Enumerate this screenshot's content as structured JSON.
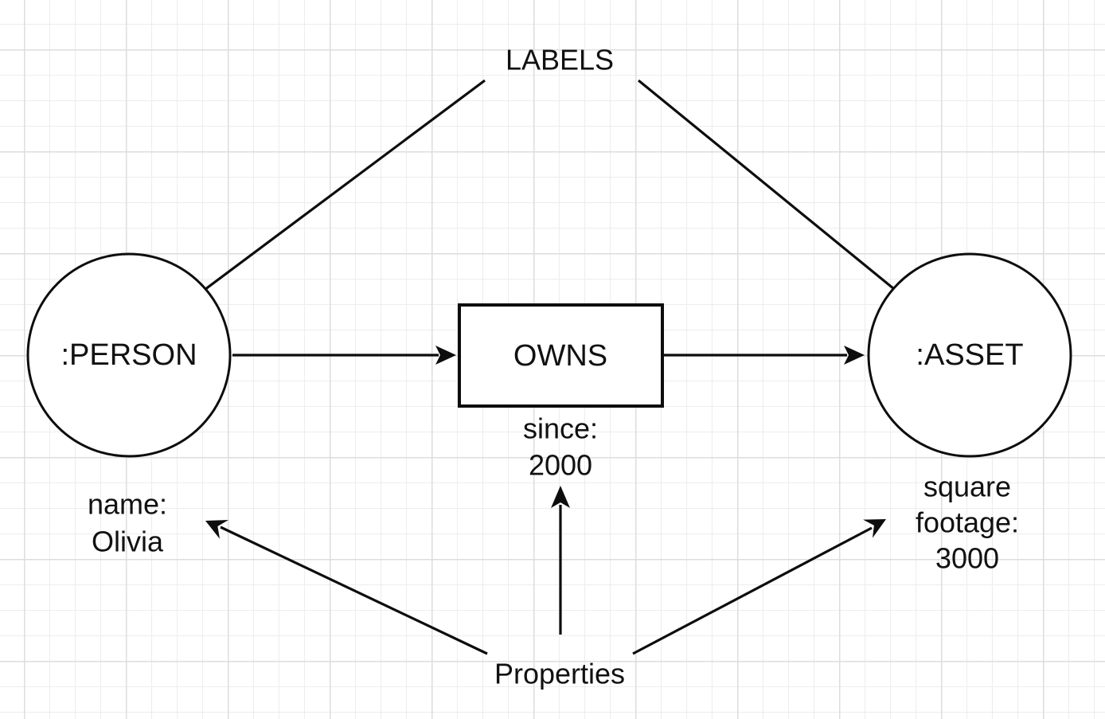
{
  "diagram": {
    "colors": {
      "stroke": "#0d0d0d",
      "text": "#111111",
      "background": "#ffffff",
      "grid_minor": "#ededed",
      "grid_major": "#dddddd"
    },
    "annotations": {
      "labels": "LABELS",
      "properties": "Properties"
    },
    "nodes": {
      "person": {
        "label": ":PERSON"
      },
      "asset": {
        "label": ":ASSET"
      }
    },
    "relationship": {
      "label": "OWNS"
    },
    "properties": {
      "person": {
        "lines": [
          "name:",
          "Olivia"
        ]
      },
      "relationship": {
        "lines": [
          "since:",
          "2000"
        ]
      },
      "asset": {
        "lines": [
          "square",
          "footage:",
          "3000"
        ]
      }
    }
  }
}
